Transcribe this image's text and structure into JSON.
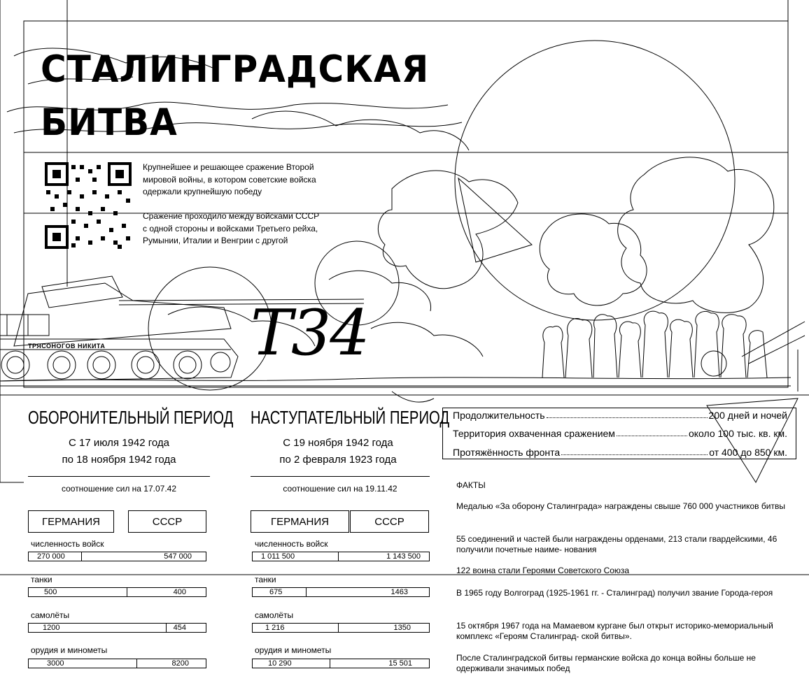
{
  "poster": {
    "title_line1": "СТАЛИНГРАДСКАЯ",
    "title_line2": "БИТВА",
    "intro_p1": "Крупнейшее и решающее сражение Второй мировой войны, в котором советские войска одержали крупнейшую победу",
    "intro_p2": "Сражение проходило между войсками СССР с одной стороны и войсками Третьего рейха, Румынии, Италии и Венгрии с другой",
    "t34_label": "Т34",
    "tank_name": "ТРЯСОНОГОВ НИКИТА"
  },
  "defensive": {
    "title": "ОБОРОНИТЕЛЬНЫЙ ПЕРИОД",
    "date_line1": "С 17 июля 1942 года",
    "date_line2": "по 18 ноября 1942 года",
    "ratio": "соотношение сил на 17.07.42",
    "side_a": "ГЕРМАНИЯ",
    "side_b": "СССР",
    "rows": [
      {
        "label": "численность войск",
        "a": "270 000",
        "b": "547 000"
      },
      {
        "label": "танки",
        "a": "500",
        "b": "400"
      },
      {
        "label": "самолёты",
        "a": "1200",
        "b": "454"
      },
      {
        "label": "орудия и минометы",
        "a": "3000",
        "b": "8200"
      }
    ]
  },
  "offensive": {
    "title": "НАСТУПАТЕЛЬНЫЙ ПЕРИОД",
    "date_line1": "С 19 ноября 1942 года",
    "date_line2": "по 2 февраля 1923 года",
    "ratio": "соотношение сил на 19.11.42",
    "side_a": "ГЕРМАНИЯ",
    "side_b": "СССР",
    "rows": [
      {
        "label": "численность войск",
        "a": "1 011 500",
        "b": "1 143 500"
      },
      {
        "label": "танки",
        "a": "675",
        "b": "1463"
      },
      {
        "label": "самолёты",
        "a": "1 216",
        "b": "1350"
      },
      {
        "label": "орудия и минометы",
        "a": "10 290",
        "b": "15 501"
      }
    ]
  },
  "stats": [
    {
      "label": "Продолжительность",
      "value": "200 дней и ночей"
    },
    {
      "label": "Территория охваченная сражением",
      "value": "около 100 тыс. кв. км."
    },
    {
      "label": "Протяжённость фронта",
      "value": "от 400 до 850 км."
    }
  ],
  "facts": {
    "heading": "ФАКТЫ",
    "items": [
      "Медалью «За оборону Сталинграда» награждены свыше 760 000 участников битвы",
      "55 соединений и частей были награждены орденами, 213 стали гвардейскими, 46 получили почетные наиме- нования",
      "122 воина стали Героями Советского Союза",
      "В 1965 году Волгоград (1925-1961 гг. - Сталинград) получил звание Города-героя",
      "15 октября 1967 года на Мамаевом кургане был открыт историко-мемориальный комплекс «Героям Сталинград- ской битвы».",
      "После Сталинградской битвы германские войска до конца войны больше не одерживали значимых побед"
    ]
  }
}
